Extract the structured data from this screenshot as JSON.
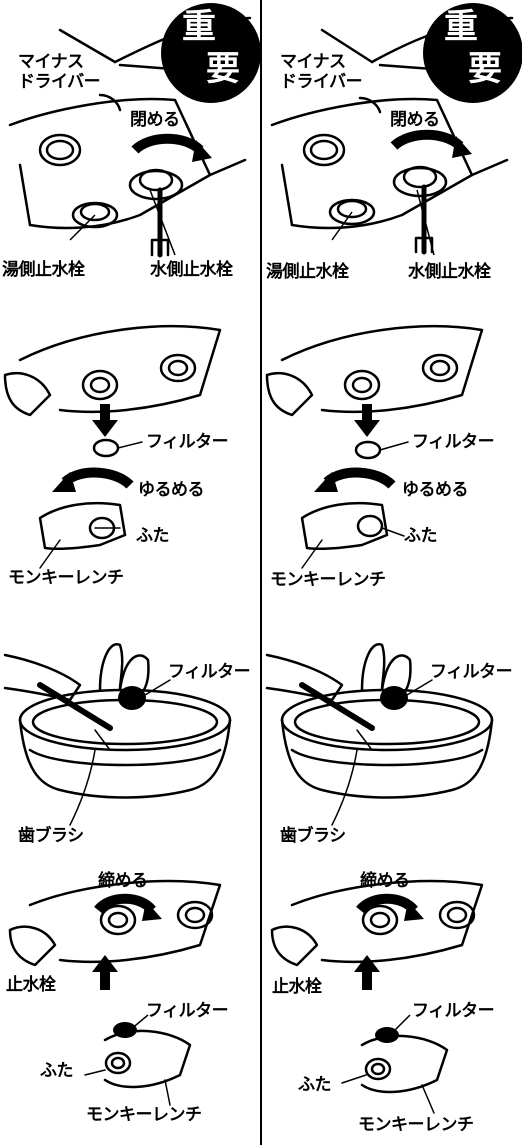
{
  "badge": {
    "top": "重",
    "bottom": "要"
  },
  "steps": [
    {
      "driver": "マイナス\nドライバー",
      "close": "閉める",
      "hot_valve": "湯側止水栓",
      "cold_valve": "水側止水栓"
    },
    {
      "filter": "フィルター",
      "loosen": "ゆるめる",
      "cap": "ふた",
      "wrench": "モンキーレンチ"
    },
    {
      "filter": "フィルター",
      "brush": "歯ブラシ"
    },
    {
      "tighten": "締める",
      "stop_valve": "止水栓",
      "filter": "フィルター",
      "cap": "ふた",
      "wrench": "モンキーレンチ"
    }
  ]
}
